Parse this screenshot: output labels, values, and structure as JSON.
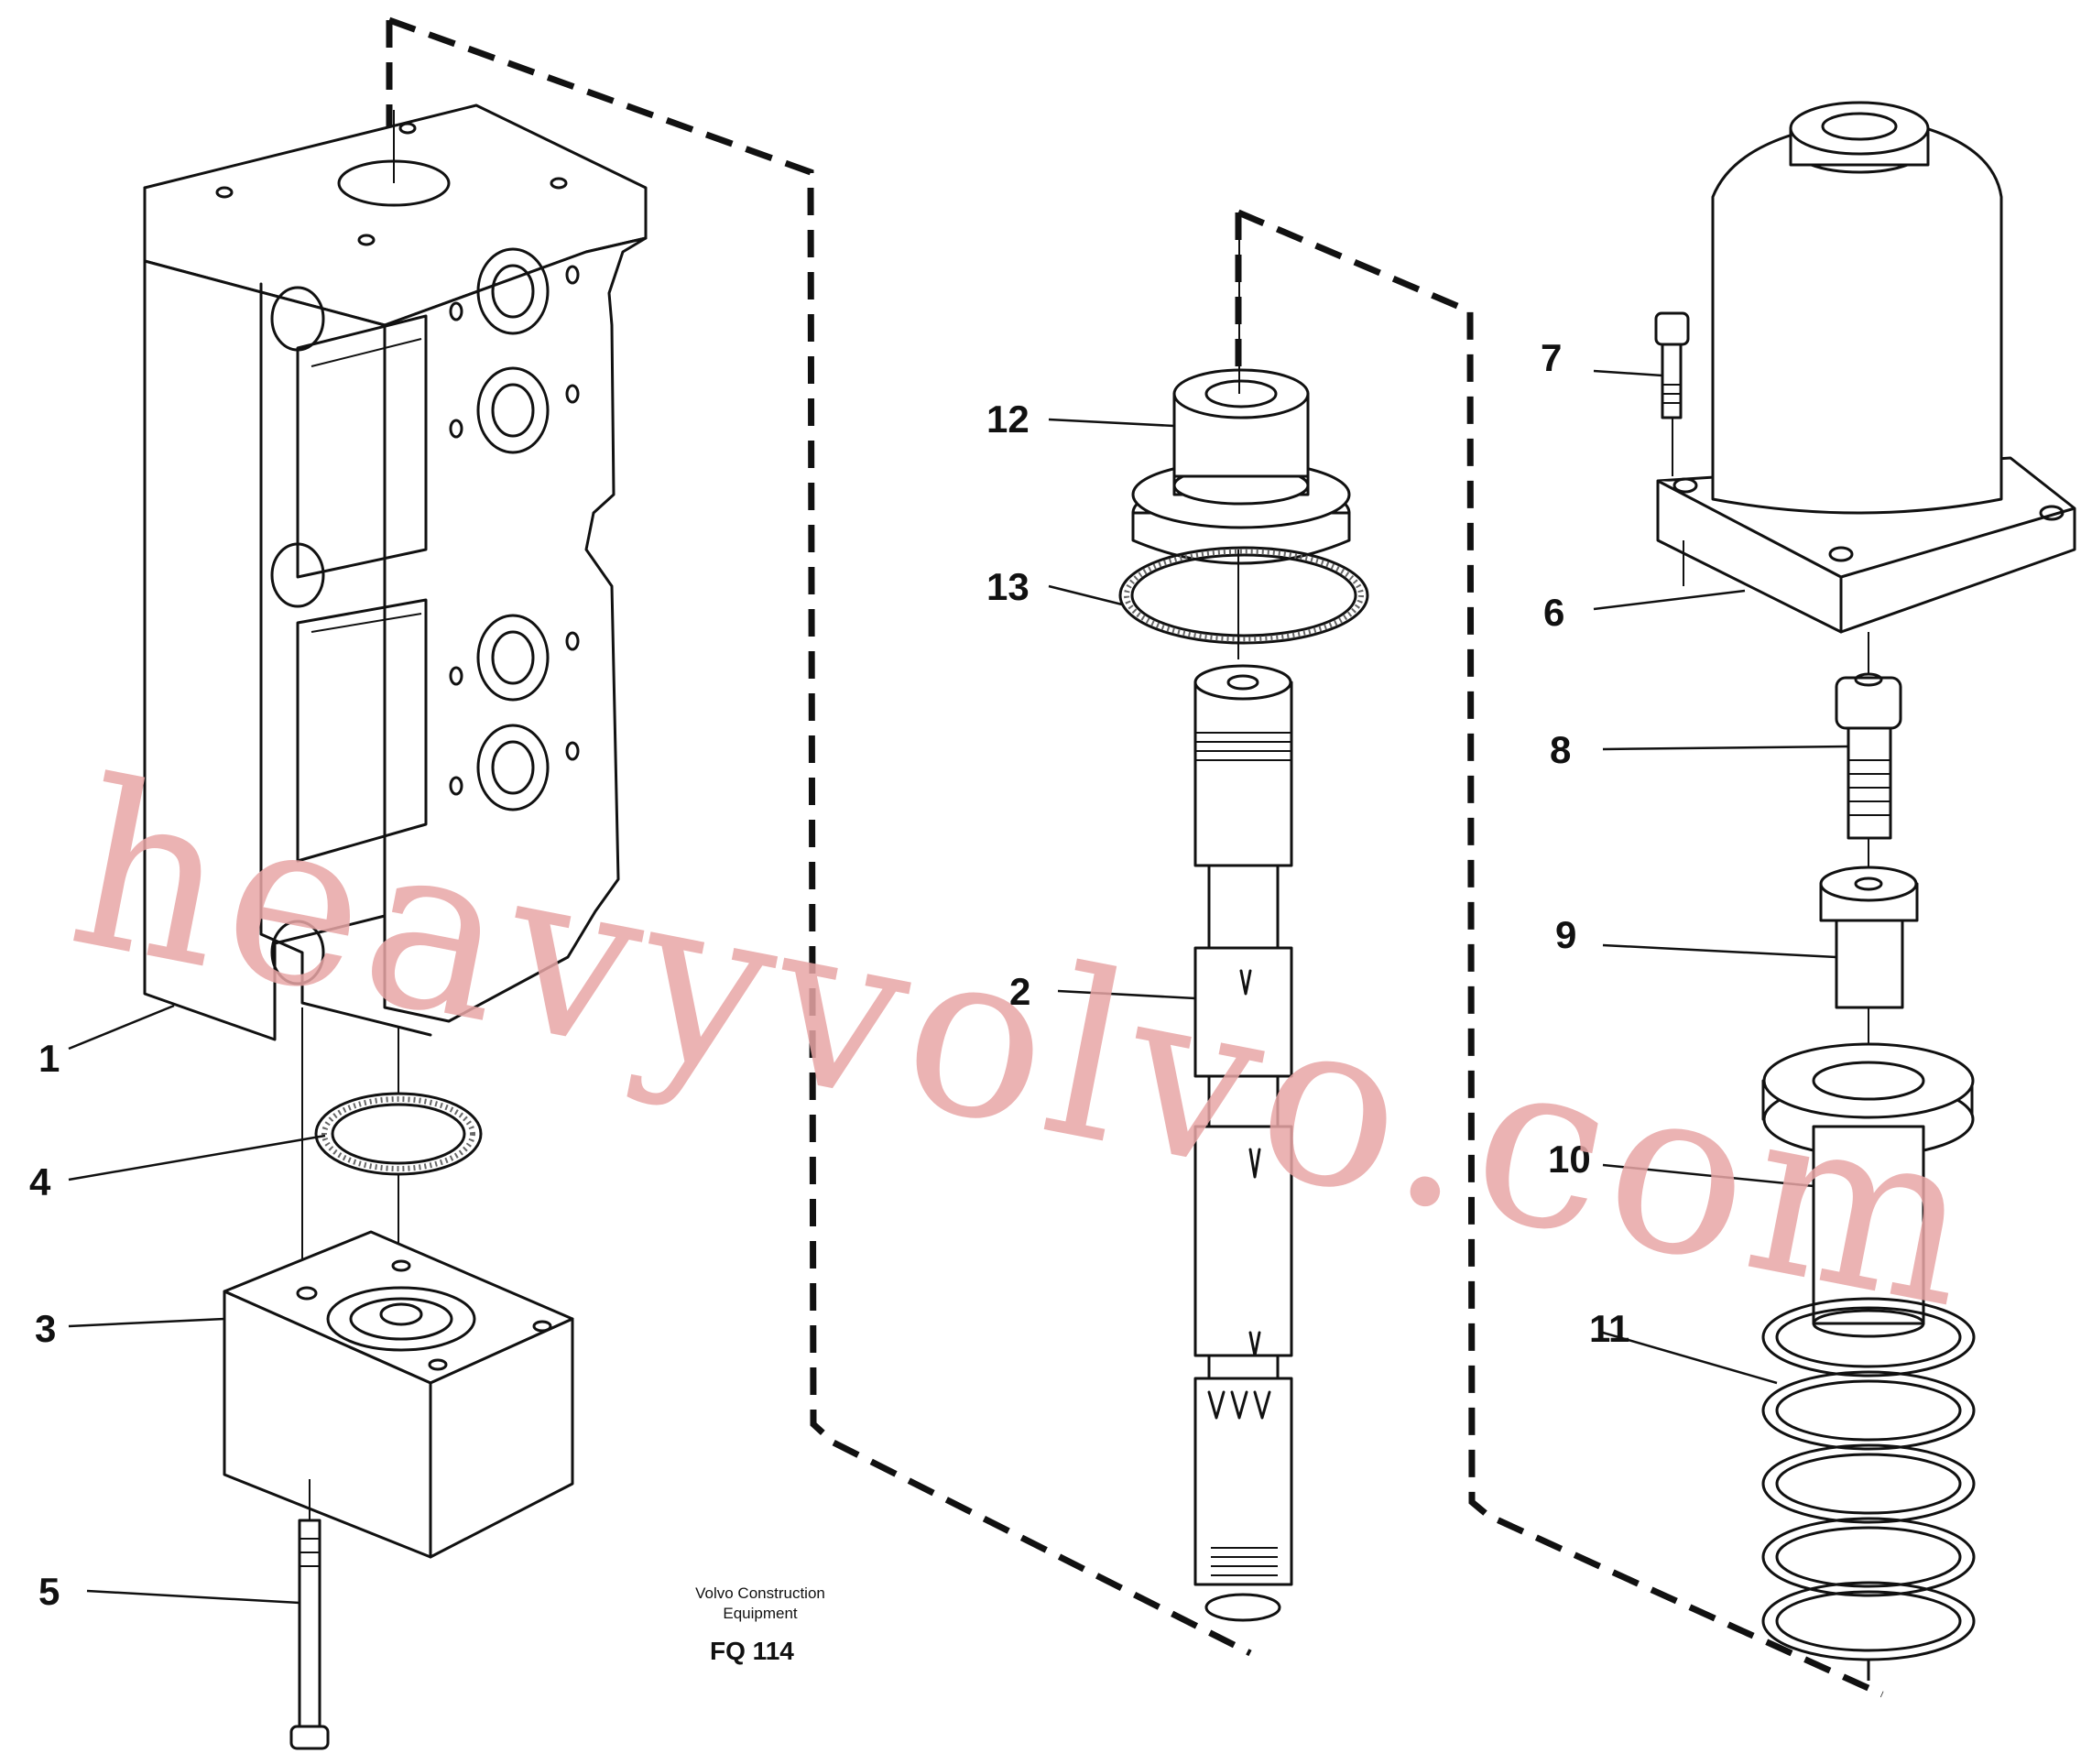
{
  "callouts": {
    "c1": "1",
    "c2": "2",
    "c3": "3",
    "c4": "4",
    "c5": "5",
    "c6": "6",
    "c7": "7",
    "c8": "8",
    "c9": "9",
    "c10": "10",
    "c11": "11",
    "c12": "12",
    "c13": "13"
  },
  "caption": {
    "line1": "Volvo Construction",
    "line2": "Equipment",
    "figure": "FQ 114"
  },
  "watermark": "heavyvolvo.com"
}
